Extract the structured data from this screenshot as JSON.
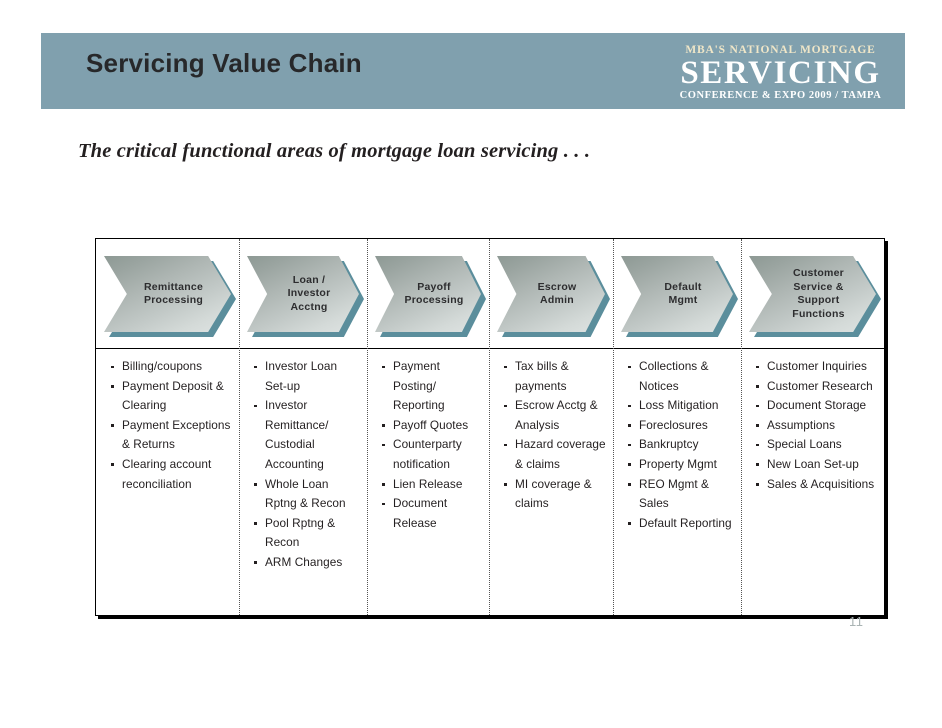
{
  "slide": {
    "title": "Servicing Value Chain",
    "subtitle": "The critical functional areas of mortgage loan servicing . . .",
    "page_number": "11",
    "header_color": "#80a0ae",
    "chevron_shadow_color": "#5b8e9c"
  },
  "logo": {
    "line1": "MBA'S NATIONAL MORTGAGE",
    "line2": "SERVICING",
    "line3": "CONFERENCE & EXPO 2009 / TAMPA",
    "line1_color": "#efe6c8",
    "line2_color": "#ffffff"
  },
  "columns": [
    {
      "header": "Remittance\nProcessing",
      "items": [
        "Billing/coupons",
        "Payment Deposit & Clearing",
        "Payment Exceptions & Returns",
        "Clearing account reconciliation"
      ]
    },
    {
      "header": "Loan /\nInvestor\nAcctng",
      "items": [
        "Investor Loan Set-up",
        "Investor Remittance/ Custodial Accounting",
        "Whole Loan Rptng & Recon",
        "Pool Rptng & Recon",
        "ARM Changes"
      ]
    },
    {
      "header": "Payoff\nProcessing",
      "items": [
        "Payment Posting/ Reporting",
        "Payoff Quotes",
        "Counterparty notification",
        "Lien Release",
        "Document Release"
      ]
    },
    {
      "header": "Escrow\nAdmin",
      "items": [
        "Tax bills & payments",
        "Escrow Acctg & Analysis",
        "Hazard coverage & claims",
        "MI coverage & claims"
      ]
    },
    {
      "header": "Default\nMgmt",
      "items": [
        "Collections & Notices",
        "Loss Mitigation",
        "Foreclosures",
        "Bankruptcy",
        "Property Mgmt",
        "REO Mgmt & Sales",
        "Default Reporting"
      ]
    },
    {
      "header": "Customer\nService &\nSupport\nFunctions",
      "items": [
        "Customer Inquiries",
        "Customer Research",
        "Document Storage",
        "Assumptions",
        "Special Loans",
        "New Loan Set-up",
        "Sales & Acquisitions"
      ]
    }
  ]
}
